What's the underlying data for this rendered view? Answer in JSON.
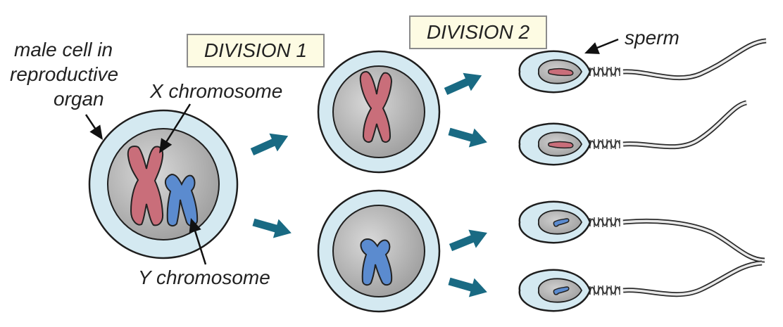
{
  "labels": {
    "male_cell_line1": "male cell in",
    "male_cell_line2": "reproductive",
    "male_cell_line3": "organ",
    "x_chromosome": "X chromosome",
    "y_chromosome": "Y chromosome",
    "sperm": "sperm",
    "division_1": "DIVISION 1",
    "division_2": "DIVISION 2"
  },
  "colors": {
    "membrane_fill": "#d4e9f1",
    "membrane_stroke": "#1e1e1e",
    "nucleus_fill": "#b3b3b3",
    "x_chromosome": "#c96e7a",
    "y_chromosome": "#5b8bcf",
    "arrow": "#196a83",
    "label_box": "#fdfbe3"
  },
  "icons": {
    "arrow": "arrow-right-icon",
    "pointer": "pointer-arrow-icon"
  }
}
